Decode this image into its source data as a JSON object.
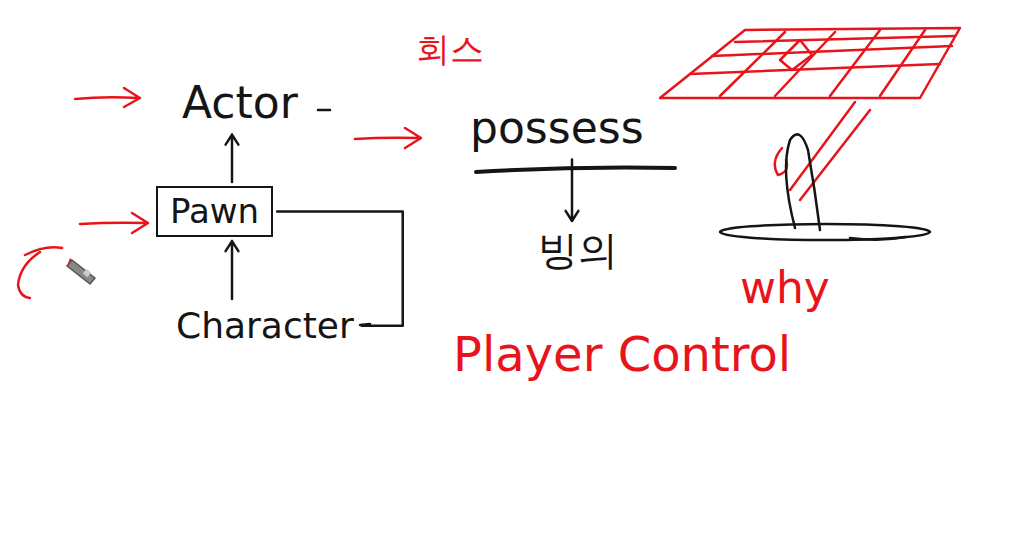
{
  "diagram": {
    "nodes": [
      {
        "text": [
          "Actor"
        ]
      },
      {
        "text": [
          "Pawn"
        ]
      },
      {
        "text": [
          "Character"
        ]
      },
      {
        "text": [
          "possess"
        ]
      },
      {
        "text": [
          "빙의"
        ]
      }
    ],
    "edges": [
      {
        "from": 2,
        "to": 1,
        "arrow": "to"
      },
      {
        "from": 1,
        "to": 0,
        "arrow": "to"
      },
      {
        "from": 1,
        "to": 2,
        "arrow": "none"
      },
      {
        "from": 3,
        "to": 4,
        "arrow": "to"
      }
    ],
    "labels": [
      "회스",
      "Player Control",
      "why"
    ]
  }
}
